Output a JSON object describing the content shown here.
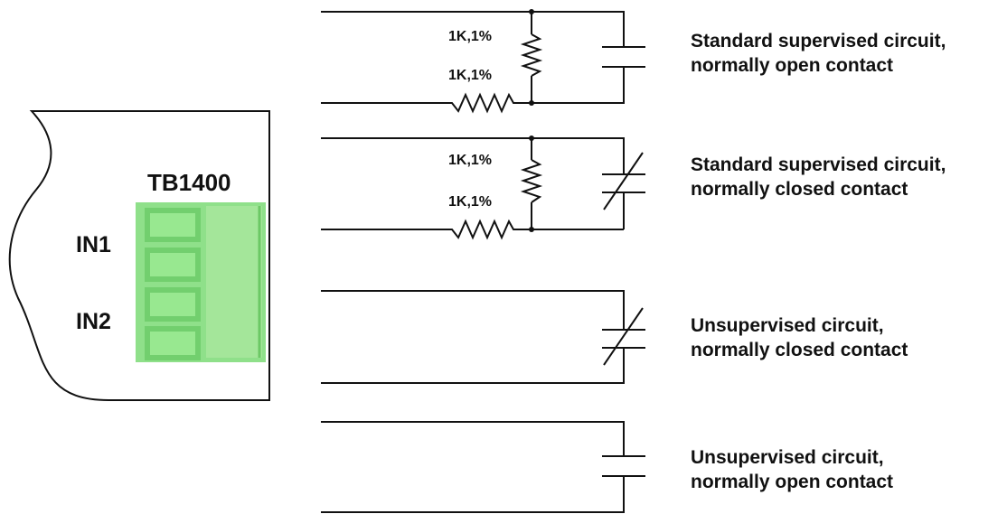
{
  "terminal_block": {
    "name": "TB1400",
    "inputs": [
      "IN1",
      "IN2"
    ],
    "color": "#8fe08a"
  },
  "resistor_label": "1K,1%",
  "circuits": [
    {
      "line1": "Standard supervised circuit,",
      "line2": "normally open contact"
    },
    {
      "line1": "Standard supervised circuit,",
      "line2": "normally closed contact"
    },
    {
      "line1": "Unsupervised circuit,",
      "line2": "normally closed contact"
    },
    {
      "line1": "Unsupervised circuit,",
      "line2": "normally open contact"
    }
  ]
}
